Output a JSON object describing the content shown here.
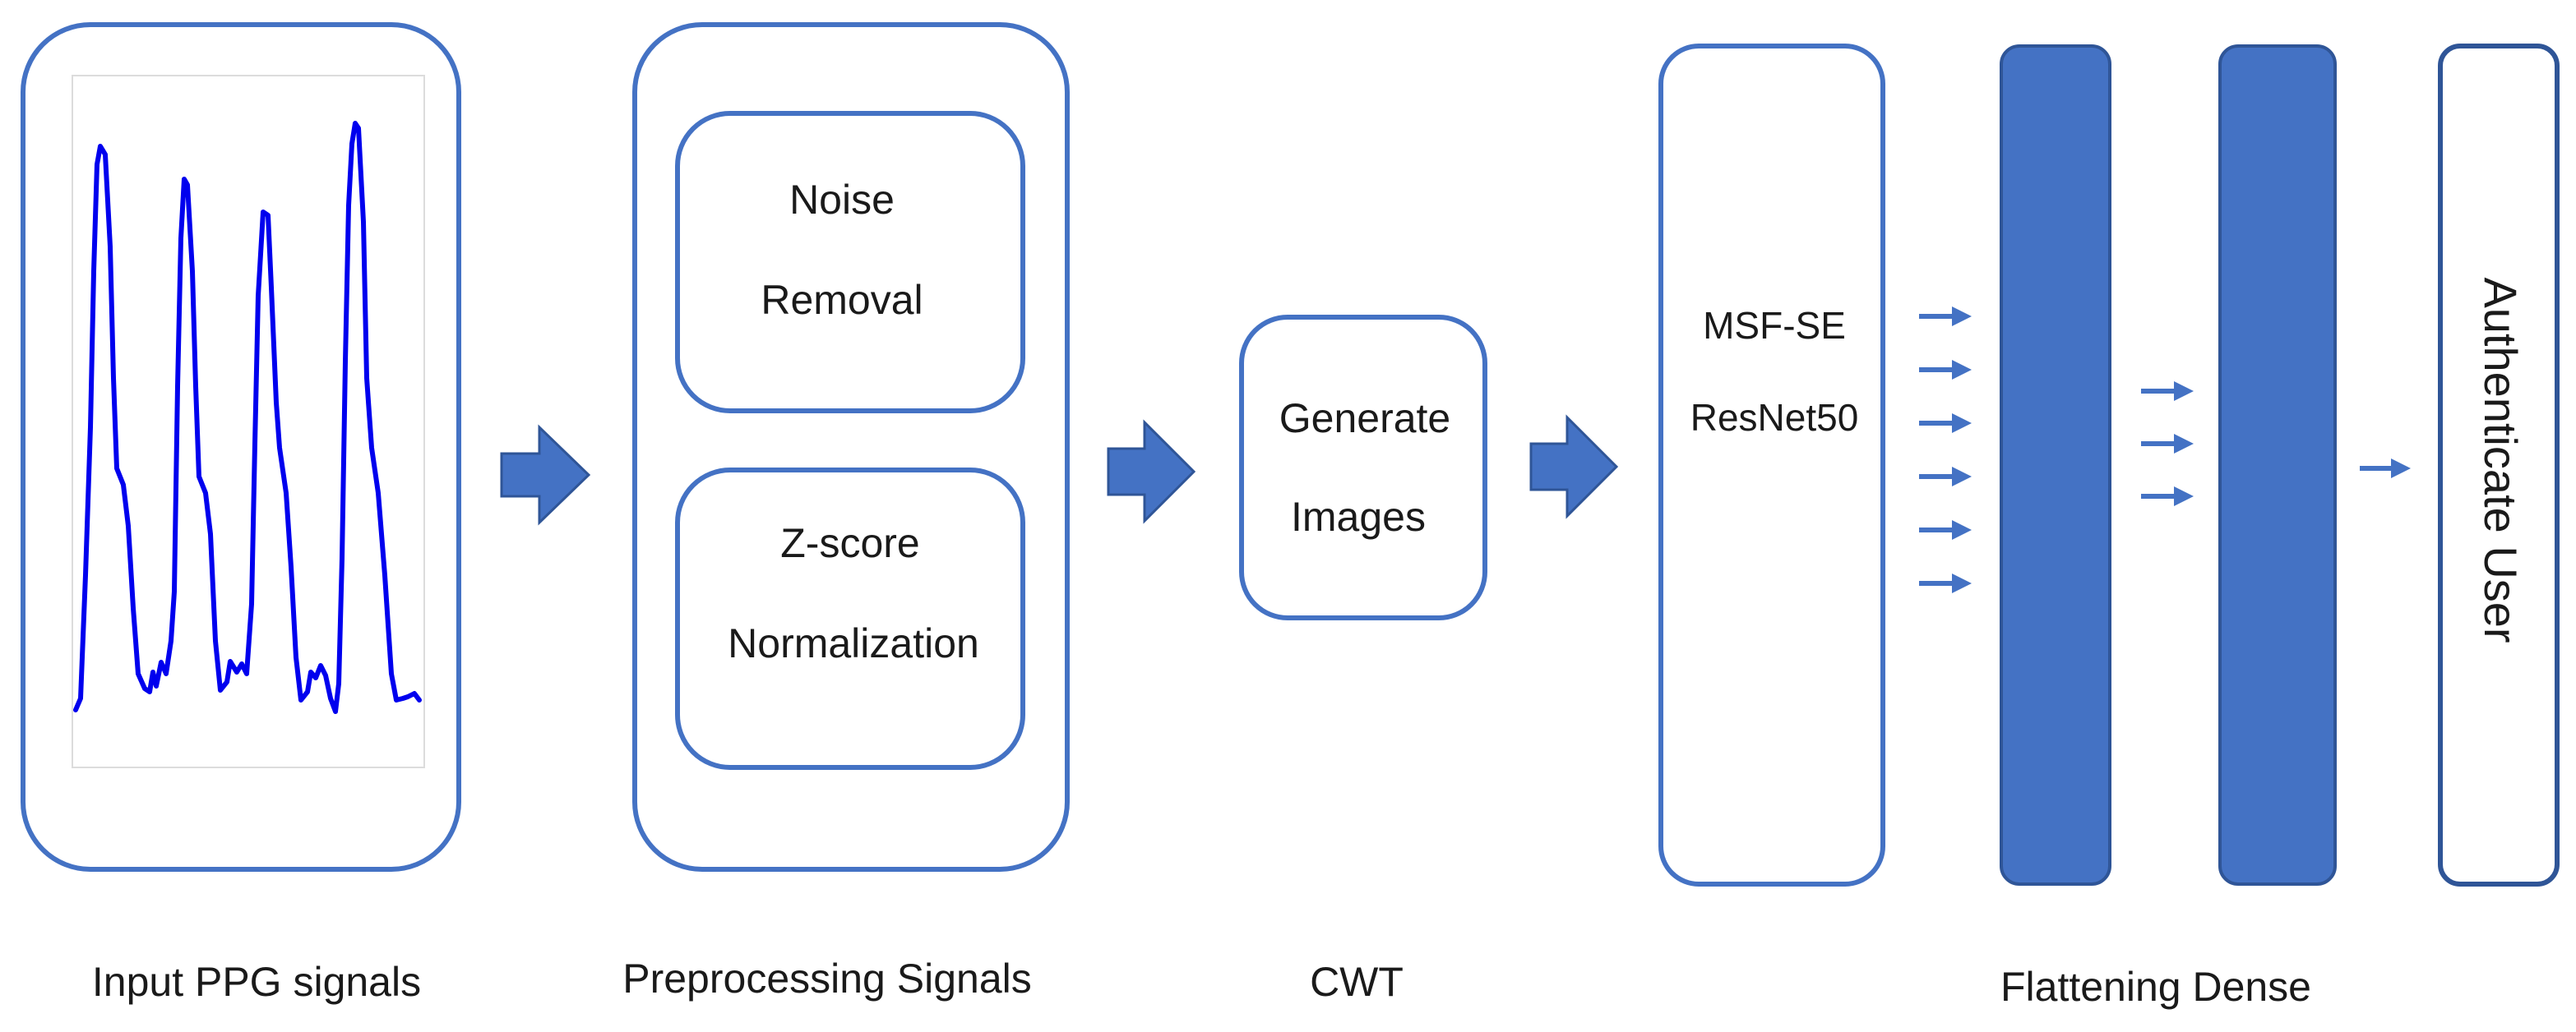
{
  "colors": {
    "stroke": "#4472C4",
    "fill_dark": "#4472C4",
    "signal": "#0000EE",
    "text": "#1a1a1a"
  },
  "stages": {
    "input": {
      "caption": "Input PPG signals"
    },
    "preprocessing": {
      "caption": "Preprocessing Signals",
      "noise_line1": "Noise",
      "noise_line2": "Removal",
      "zscore_line1": "Z-score",
      "zscore_line2": "Normalization"
    },
    "cwt": {
      "caption": "CWT",
      "box_line1": "Generate",
      "box_line2": "Images"
    },
    "model": {
      "caption": "Flattening Dense",
      "backbone_line1": "MSF-SE",
      "backbone_line2": "ResNet50",
      "output_label": "Authenticate User"
    }
  },
  "icons": {
    "stage_arrow": "right-block-arrow-icon",
    "flow_arrow": "small-right-arrow-icon"
  }
}
